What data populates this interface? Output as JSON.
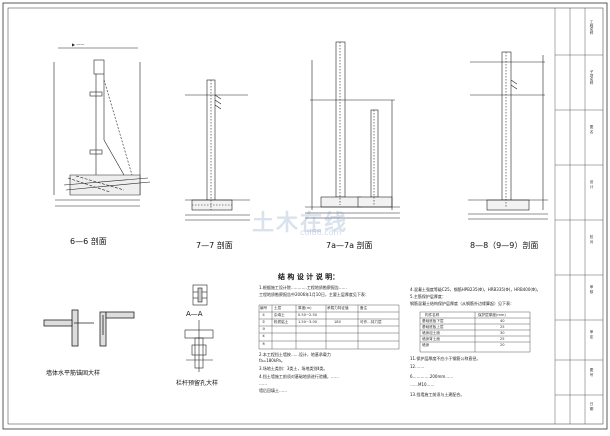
{
  "sections": {
    "s66": "6—6 剖面",
    "s77": "7—7 剖面",
    "s7a": "7a—7a 剖面",
    "s88": "8—8（9—9）剖面",
    "wall": "墙体水平筋锚固大样",
    "aa": "A—A",
    "rail": "栏杆预留孔大样"
  },
  "structure_notes": {
    "heading": "结 构 设 计 说 明：",
    "left": [
      "1.根据施工设计院…………工程地质勘察报告……",
      "   工程地质勘察报告中2006年1月10日，主要土层厚度见下表：",
      "2.本工程挡土墙按……设计，地基承载力",
      "   fa=180kPa。",
      "3.场地土类别：3类土，场地类别Ⅱ类。",
      "4.挡土墙施工前须对基础地质进行验槽，……",
      "   ……",
      "   墙后回填土……"
    ],
    "table_header": [
      "编号",
      "土层",
      "厚度(m)",
      "承载力特征值",
      "备注"
    ],
    "table_rows": [
      [
        "①",
        "杂填土",
        "0.50~2.50",
        "",
        ""
      ],
      [
        "②",
        "粉质粘土",
        "1.50~3.00",
        "180",
        "可作…持力层"
      ],
      [
        "③",
        "",
        "",
        "",
        ""
      ],
      [
        "④",
        "",
        "",
        "",
        ""
      ],
      [
        "⑤",
        "",
        "",
        "",
        ""
      ]
    ],
    "right": [
      "4.混凝土强度等级C25，钢筋HPB235(Φ)，HRB335(Φ)，HRB400(Φ)。",
      "5.主筋保护层厚度：",
      "   钢筋混凝土结构保护层厚度（从钢筋外边缘算起）见下表："
    ],
    "cover_header": [
      "构件名称",
      "保护层厚度(mm)"
    ],
    "cover_rows": [
      [
        "基础底板下层",
        "40"
      ],
      [
        "基础底板上层",
        "25"
      ],
      [
        "墙身迎土面",
        "30"
      ],
      [
        "墙身背土面",
        "25"
      ],
      [
        "墙身",
        "20"
      ]
    ],
    "right2": [
      "11.保护层厚度不应小于钢筋公称直径。",
      "12.……",
      "6.…………200mm……",
      "    ……M10……",
      "13.挡墙施工前须与土建配合。"
    ]
  },
  "watermark": {
    "main": "土木在线",
    "sub": "coi88.com"
  },
  "title_block": {
    "cols": [
      "工程名称",
      "子项名称",
      "图 名",
      "设 计",
      "校 对",
      "审 核",
      "审 定",
      "图 号",
      "日 期"
    ]
  }
}
